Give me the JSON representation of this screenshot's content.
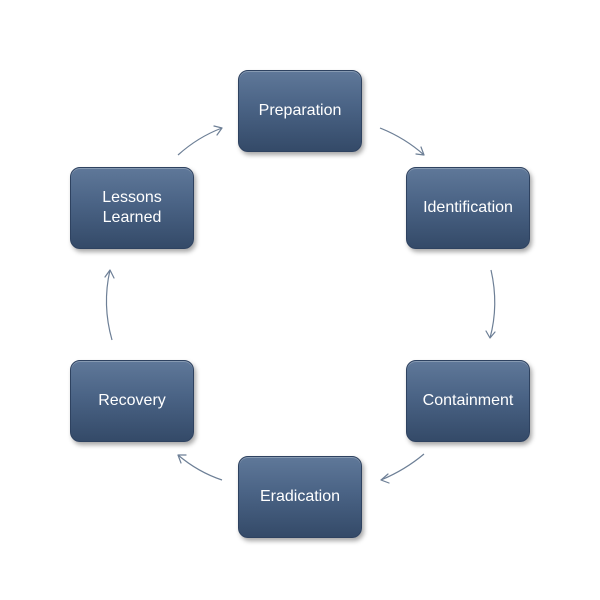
{
  "steps": {
    "preparation": "Preparation",
    "identification": "Identification",
    "containment": "Containment",
    "eradication": "Eradication",
    "recovery": "Recovery",
    "lessons_learned": "Lessons\nLearned"
  },
  "colors": {
    "box_fill": "#4a6385",
    "box_text": "#ffffff",
    "arrow": "#6d7f96",
    "background": "#ffffff"
  }
}
